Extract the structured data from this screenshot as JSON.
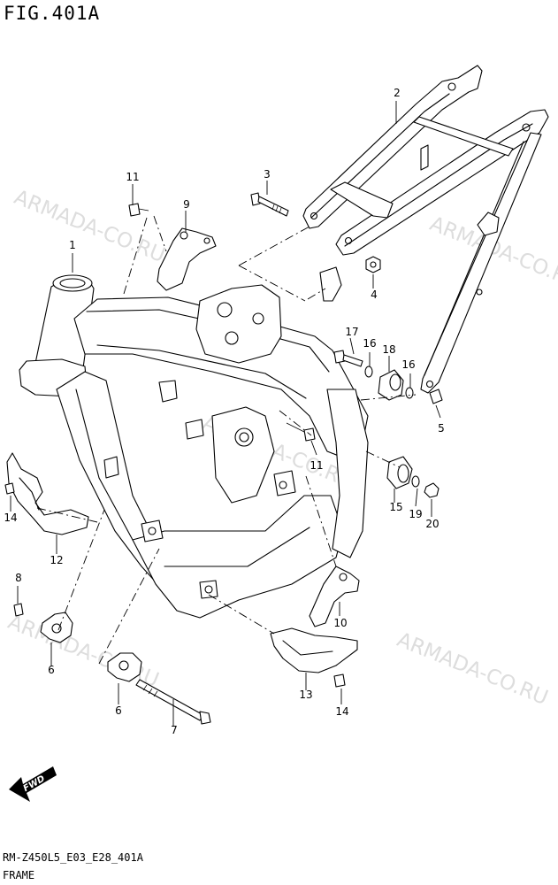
{
  "header": {
    "figure_title": "FIG.401A"
  },
  "footer": {
    "diagram_code": "RM-Z450L5_E03_E28_401A",
    "section_name": "FRAME"
  },
  "fwd_arrow": {
    "label": "FWD"
  },
  "watermark": {
    "text": "ARMADA-CO.RU"
  },
  "callouts": {
    "frame_main": "1",
    "rear_frame": "2",
    "bolt_rear_frame_upper": "3",
    "nut_rear_frame": "4",
    "bolt_rear_frame_lower": "5",
    "engine_bracket_front_left": "6",
    "engine_bracket_front_right": "6",
    "bolt_engine_mount_long": "7",
    "bolt_bracket_front": "8",
    "bracket_upper": "9",
    "bracket_rear_lower": "10",
    "bolt_upper_bracket": "11",
    "bolt_pivot": "11",
    "guard_left": "12",
    "guard_right": "13",
    "bolt_guard_left": "14",
    "bolt_guard_right": "14",
    "cushion_outer": "15",
    "washer_upper": "16",
    "washer_lower": "16",
    "bolt_cushion": "17",
    "cushion_inner": "18",
    "washer_cushion": "19",
    "nut_cushion": "20"
  }
}
